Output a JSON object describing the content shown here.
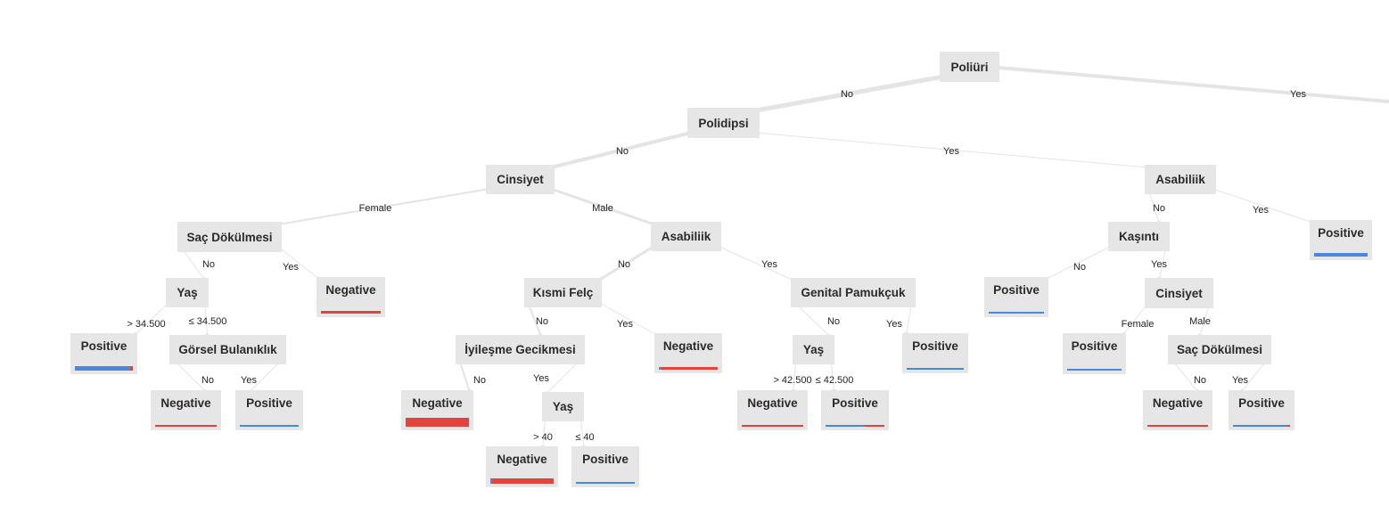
{
  "nodes": {
    "n1": {
      "label": "Poliüri"
    },
    "n2": {
      "label": "Polidipsi"
    },
    "n3": {
      "label": "Cinsiyet"
    },
    "n4": {
      "label": "Asabiliik"
    },
    "n5": {
      "label": "Positive"
    },
    "n6": {
      "label": "Saç Dökülmesi"
    },
    "n7": {
      "label": "Asabiliik"
    },
    "n8": {
      "label": "Kaşıntı"
    },
    "n9": {
      "label": "Yaş"
    },
    "n10": {
      "label": "Negative"
    },
    "n11": {
      "label": "Kısmi Felç"
    },
    "n12": {
      "label": "Genital Pamukçuk"
    },
    "n13": {
      "label": "Positive"
    },
    "n14": {
      "label": "Cinsiyet"
    },
    "n15": {
      "label": "Positive"
    },
    "n16": {
      "label": "Görsel Bulanıklık"
    },
    "n17": {
      "label": "İyileşme Gecikmesi"
    },
    "n18": {
      "label": "Negative"
    },
    "n19": {
      "label": "Yaş"
    },
    "n20": {
      "label": "Positive"
    },
    "n21": {
      "label": "Positive"
    },
    "n22": {
      "label": "Saç Dökülmesi"
    },
    "n23": {
      "label": "Negative"
    },
    "n24": {
      "label": "Positive"
    },
    "n25": {
      "label": "Negative"
    },
    "n26": {
      "label": "Yaş"
    },
    "n27": {
      "label": "Negative"
    },
    "n28": {
      "label": "Positive"
    },
    "n29": {
      "label": "Negative"
    },
    "n30": {
      "label": "Positive"
    },
    "n31": {
      "label": "Negative"
    },
    "n32": {
      "label": "Positive"
    }
  },
  "edges": {
    "e1": "No",
    "e2": "Yes",
    "e3": "No",
    "e4": "Yes",
    "e5": "Female",
    "e6": "Male",
    "e7": "No",
    "e8": "Yes",
    "e9": "No",
    "e10": "Yes",
    "e11": "No",
    "e12": "Yes",
    "e13": "No",
    "e14": "Yes",
    "e15": "No",
    "e16": "Yes",
    "e17": "> 34.500",
    "e18": "≤ 34.500",
    "e19": "No",
    "e20": "Yes",
    "e21": "Female",
    "e22": "Male",
    "e23": "No",
    "e24": "Yes",
    "e25": "No",
    "e26": "Yes",
    "e27": "> 42.500",
    "e28": "≤ 42.500",
    "e29": "No",
    "e30": "Yes",
    "e31": "> 40",
    "e32": "≤ 40"
  },
  "leaf_class_share": {
    "n5": {
      "positive": 1.0,
      "negative": 0.0
    },
    "n10": {
      "positive": 0.0,
      "negative": 1.0
    },
    "n13": {
      "positive": 1.0,
      "negative": 0.0
    },
    "n15": {
      "positive": 0.95,
      "negative": 0.05
    },
    "n18": {
      "positive": 0.05,
      "negative": 0.95
    },
    "n20": {
      "positive": 1.0,
      "negative": 0.0
    },
    "n21": {
      "positive": 1.0,
      "negative": 0.0
    },
    "n23": {
      "positive": 0.0,
      "negative": 1.0
    },
    "n24": {
      "positive": 1.0,
      "negative": 0.0
    },
    "n25": {
      "positive": 0.0,
      "negative": 1.0
    },
    "n27": {
      "positive": 0.0,
      "negative": 1.0
    },
    "n28": {
      "positive": 0.65,
      "negative": 0.35
    },
    "n29": {
      "positive": 0.0,
      "negative": 1.0
    },
    "n30": {
      "positive": 0.95,
      "negative": 0.05
    },
    "n31": {
      "positive": 0.03,
      "negative": 0.97
    },
    "n32": {
      "positive": 1.0,
      "negative": 0.0
    }
  },
  "colors": {
    "positive": "#4a88e0",
    "negative": "#e0443b",
    "edge": "#e4e4e4",
    "node_bg": "#e6e6e6"
  }
}
